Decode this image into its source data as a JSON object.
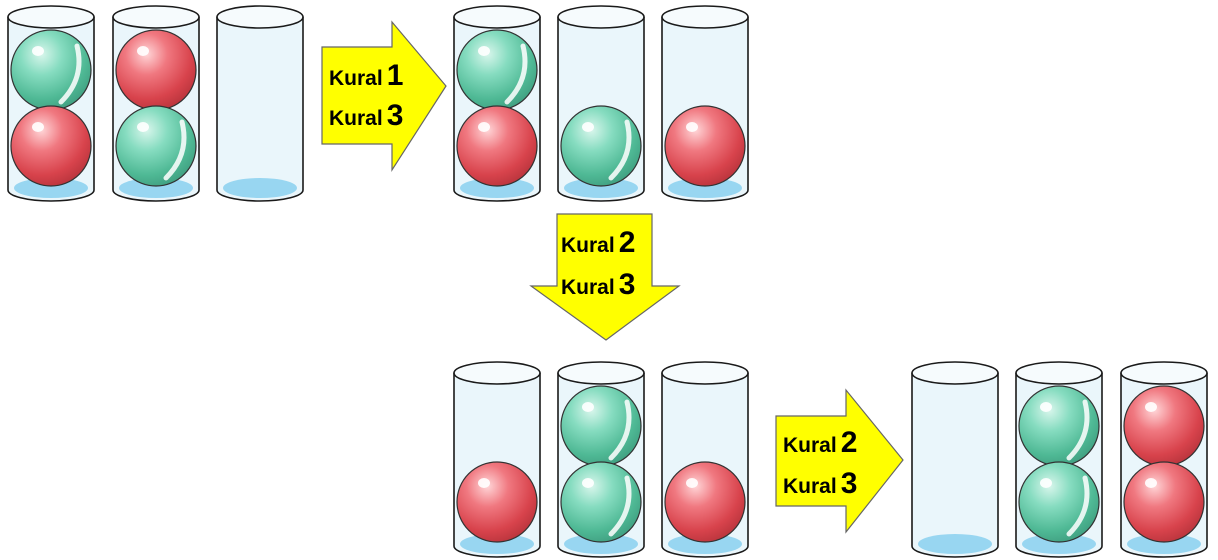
{
  "colors": {
    "arrow_fill": "#ffff00",
    "arrow_stroke": "#666666",
    "glass_fill": "#eaf6fb",
    "glass_stroke": "#1a1a1a",
    "water": "#8fd3f0",
    "ball_red": "#e2535c",
    "ball_green": "#5cc4a4"
  },
  "states": [
    {
      "tubes": [
        [
          "green",
          "red"
        ],
        [
          "red",
          "green"
        ],
        []
      ]
    },
    {
      "tubes": [
        [
          "green",
          "red"
        ],
        [
          "green"
        ],
        [
          "red"
        ]
      ]
    },
    {
      "tubes": [
        [
          "red"
        ],
        [
          "green",
          "green"
        ],
        [
          "red"
        ]
      ]
    },
    {
      "tubes": [
        [],
        [
          "green",
          "green"
        ],
        [
          "red",
          "red"
        ]
      ]
    }
  ],
  "arrows": [
    {
      "direction": "right",
      "lines": [
        {
          "word": "Kural",
          "num": "1"
        },
        {
          "word": "Kural",
          "num": "3"
        }
      ]
    },
    {
      "direction": "down",
      "lines": [
        {
          "word": "Kural",
          "num": "2"
        },
        {
          "word": "Kural",
          "num": "3"
        }
      ]
    },
    {
      "direction": "right",
      "lines": [
        {
          "word": "Kural",
          "num": "2"
        },
        {
          "word": "Kural",
          "num": "3"
        }
      ]
    }
  ]
}
